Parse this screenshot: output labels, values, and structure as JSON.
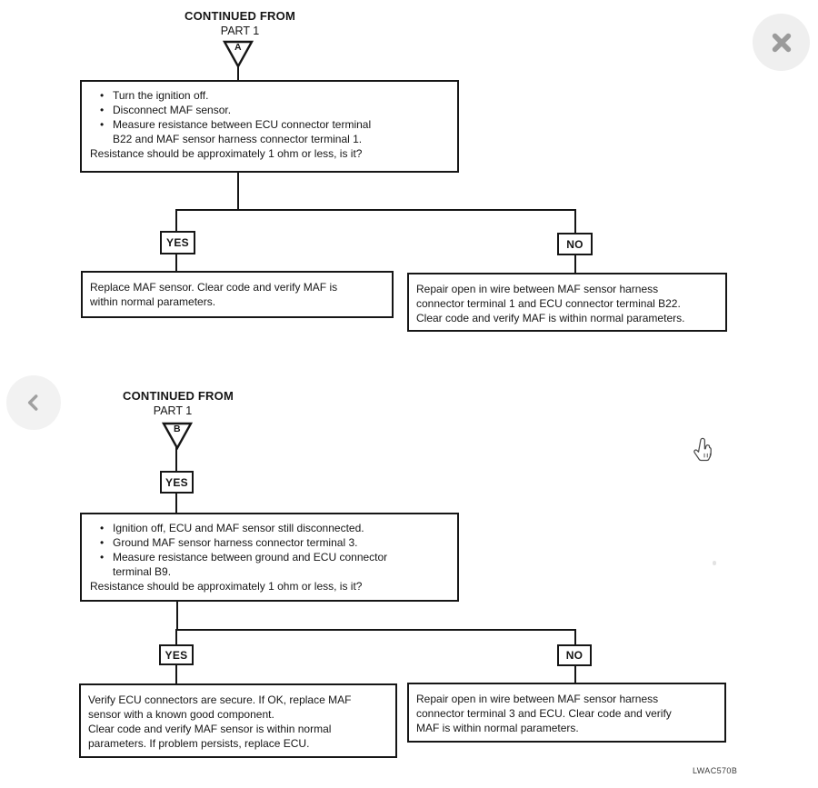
{
  "viewer": {
    "figure_code": "LWAC570B",
    "icons": {
      "close": "close-icon",
      "prev": "chevron-left-icon",
      "cursor": "hand-pointer-cursor"
    }
  },
  "flowchart_a": {
    "header_line1": "CONTINUED FROM",
    "header_line2": "PART 1",
    "connector_letter": "A",
    "steps": [
      "Turn the ignition off.",
      "Disconnect MAF sensor.",
      "Measure resistance between ECU connector terminal\nB22 and MAF sensor harness connector terminal 1."
    ],
    "question": "Resistance should be approximately 1 ohm or less,  is it?",
    "yes_label": "YES",
    "no_label": "NO",
    "yes_result": "Replace MAF sensor. Clear code and verify MAF is\nwithin normal parameters.",
    "no_result": "Repair open in wire between MAF sensor harness\nconnector terminal 1 and ECU connector terminal B22.\nClear code and verify MAF is within normal parameters."
  },
  "flowchart_b": {
    "header_line1": "CONTINUED FROM",
    "header_line2": "PART 1",
    "connector_letter": "B",
    "entry_label": "YES",
    "steps": [
      "Ignition off, ECU and MAF sensor still disconnected.",
      "Ground MAF sensor harness connector terminal 3.",
      "Measure resistance between ground and ECU connector\nterminal B9."
    ],
    "question": "Resistance should be approximately 1 ohm or less, is it?",
    "yes_label": "YES",
    "no_label": "NO",
    "yes_result": "Verify ECU connectors are secure. If OK, replace MAF\nsensor with a known good component.\nClear code and verify MAF sensor is within normal\nparameters. If problem persists, replace ECU.",
    "no_result": "Repair open in wire between MAF sensor harness\nconnector terminal 3 and ECU. Clear code and verify\nMAF is within normal parameters."
  }
}
